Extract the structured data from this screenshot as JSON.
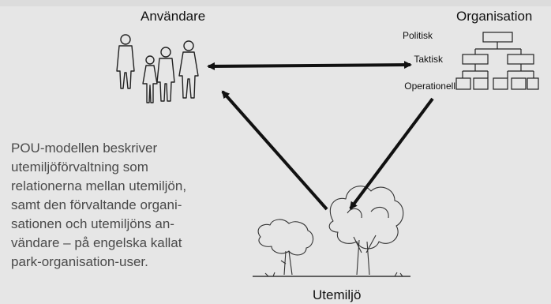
{
  "nodes": {
    "users": "Användare",
    "organisation": "Organisation",
    "environment": "Utemiljö"
  },
  "org_levels": [
    "Politisk",
    "Taktisk",
    "Operationell"
  ],
  "caption_lines": [
    "POU-modellen beskriver",
    "utemiljöförvaltning som",
    "relationerna mellan utemiljön,",
    "samt den förvaltande organi-",
    "sationen och utemiljöns an-",
    "vändare – på engelska kallat",
    "park-organisation-user."
  ],
  "colors": {
    "background": "#e6e6e6",
    "ink": "#111111",
    "caption": "#4a4a4a"
  },
  "icons": [
    "people-icon",
    "org-chart-icon",
    "trees-icon"
  ]
}
